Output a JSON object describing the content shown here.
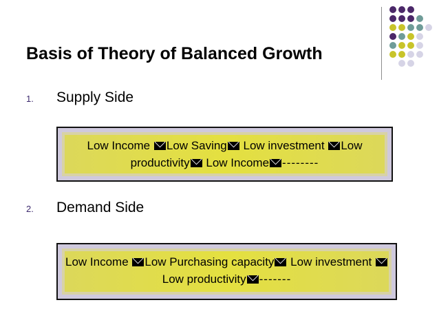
{
  "slide": {
    "title": "Basis of Theory of Balanced Growth",
    "items": [
      {
        "number": "1.",
        "label": "Supply Side",
        "chain": [
          "Low Income ",
          "Low Saving",
          " Low investment ",
          "Low productivity",
          " Low Income",
          "--------"
        ]
      },
      {
        "number": "2.",
        "label": "Demand Side",
        "chain": [
          "Low Income ",
          "Low Purchasing capacity",
          " Low investment ",
          "Low productivity",
          "-------"
        ]
      }
    ]
  },
  "colors": {
    "dot_purple": "#4b2869",
    "dot_teal": "#6f9c98",
    "dot_yellow": "#c8c42a",
    "dot_lavender": "#d6d4e6",
    "box_fill": "#e4e040"
  },
  "icons": {
    "arrow": "envelope-icon"
  }
}
